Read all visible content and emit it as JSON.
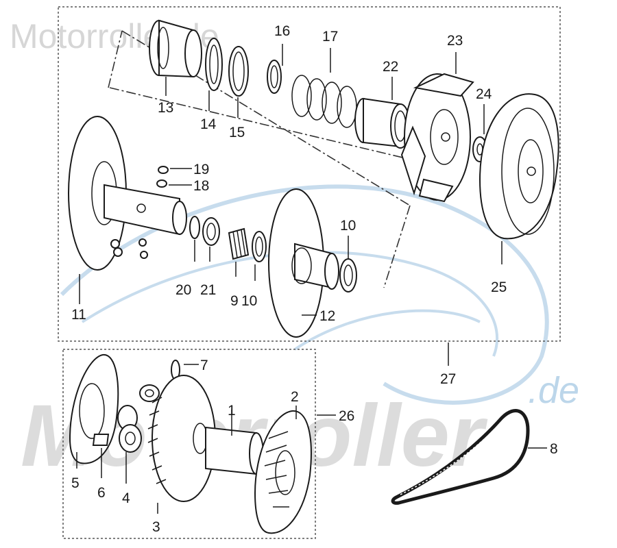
{
  "watermark": {
    "top_text": "Motorroller.de",
    "big_text": "Motorroller",
    "de_text": ".de",
    "swoosh_color": "#c7dced"
  },
  "callouts": {
    "p1": "1",
    "p2": "2",
    "p3": "3",
    "p4": "4",
    "p5": "5",
    "p6": "6",
    "p7": "7",
    "p8": "8",
    "p9": "9",
    "p10a": "10",
    "p10b": "10",
    "p11": "11",
    "p12": "12",
    "p13": "13",
    "p14": "14",
    "p15": "15",
    "p16": "16",
    "p17": "17",
    "p18": "18",
    "p19": "19",
    "p20": "20",
    "p21": "21",
    "p22": "22",
    "p23": "23",
    "p24": "24",
    "p25": "25",
    "p26": "26",
    "p27": "27"
  }
}
